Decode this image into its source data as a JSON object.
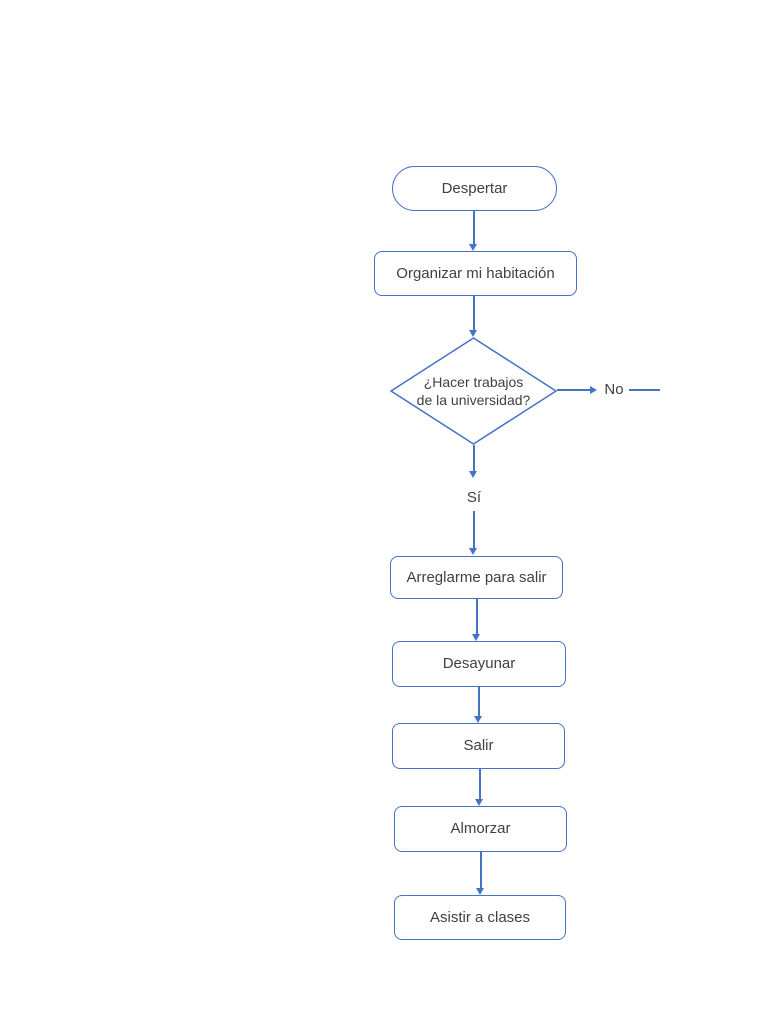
{
  "diagram_type": "flowchart",
  "language": "es",
  "colors": {
    "shape_border": "#4472C4",
    "connector": "#4472C4",
    "text": "#404040",
    "background": "#FFFFFF"
  },
  "nodes": {
    "start": {
      "shape": "terminator",
      "label": "Despertar"
    },
    "organize_room": {
      "shape": "process",
      "label": "Organizar mi habitación"
    },
    "decision_homework": {
      "shape": "decision",
      "label": "¿Hacer trabajos de la universidad?",
      "lines": [
        "¿Hacer trabajos",
        "de la universidad?"
      ]
    },
    "get_ready": {
      "shape": "process",
      "label": "Arreglarme para salir"
    },
    "breakfast": {
      "shape": "process",
      "label": "Desayunar"
    },
    "go_out": {
      "shape": "process",
      "label": "Salir"
    },
    "lunch": {
      "shape": "process",
      "label": "Almorzar"
    },
    "attend_classes": {
      "shape": "process",
      "label": "Asistir a clases"
    }
  },
  "edge_labels": {
    "no": "No",
    "yes": "Sí"
  },
  "edges": [
    {
      "from": "start",
      "to": "organize_room",
      "label": ""
    },
    {
      "from": "organize_room",
      "to": "decision_homework",
      "label": ""
    },
    {
      "from": "decision_homework",
      "to": "off-page-right",
      "label": "No"
    },
    {
      "from": "decision_homework",
      "to": "get_ready",
      "label": "Sí"
    },
    {
      "from": "get_ready",
      "to": "breakfast",
      "label": ""
    },
    {
      "from": "breakfast",
      "to": "go_out",
      "label": ""
    },
    {
      "from": "go_out",
      "to": "lunch",
      "label": ""
    },
    {
      "from": "lunch",
      "to": "attend_classes",
      "label": ""
    }
  ]
}
